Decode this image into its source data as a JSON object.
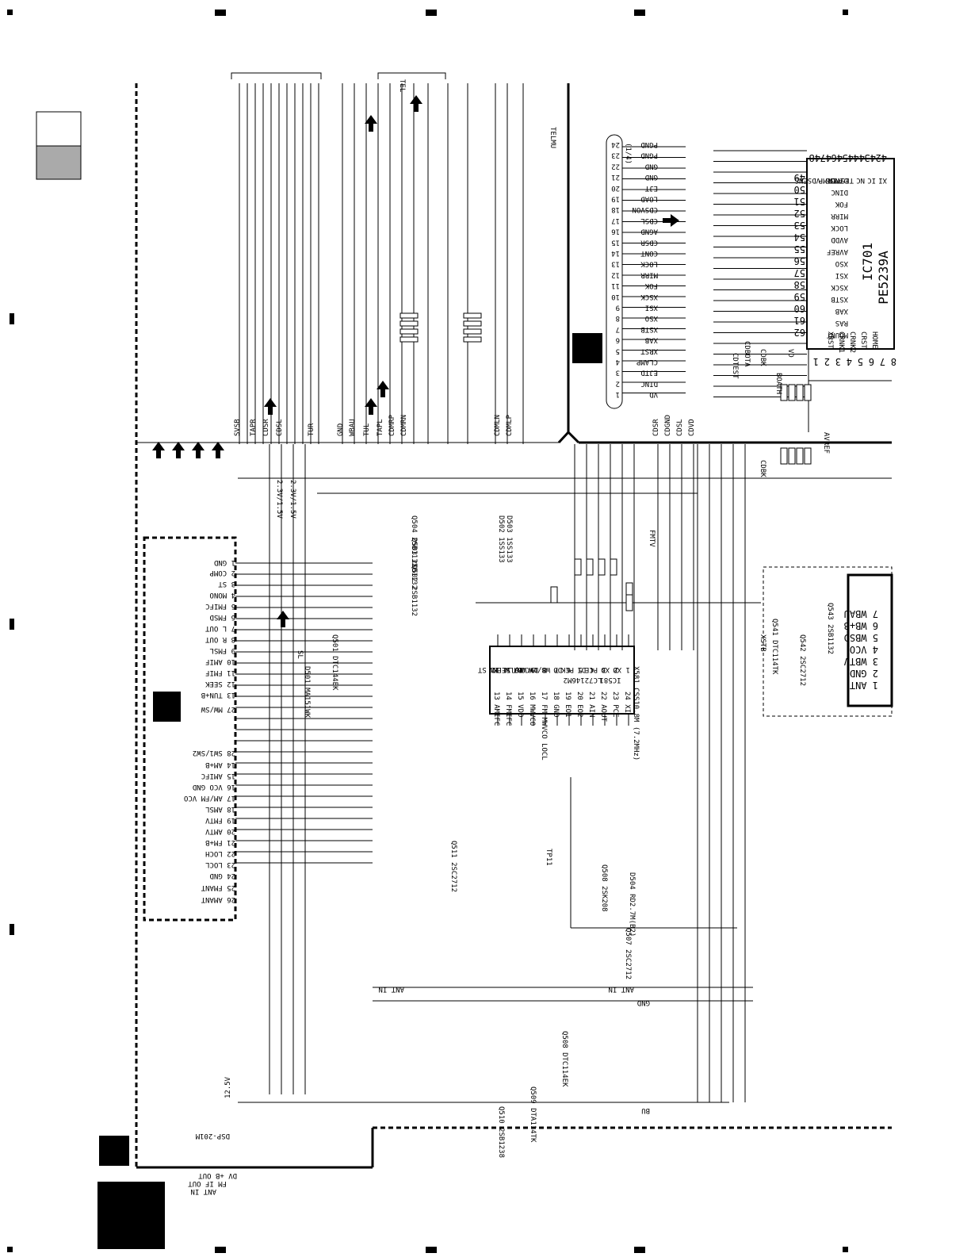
{
  "left_connector": {
    "pins": [
      "1 GND",
      "2 COMP",
      "3 ST",
      "4 MONO",
      "5 FMIFC",
      "6 FMSD",
      "7 L OUT",
      "8 R OUT",
      "9 FMSL",
      "10 AMIF",
      "11 FMIF",
      "12 SEEK",
      "13 TUN+B",
      "27 MW/SW",
      "28 SW1/SW2",
      "14 AM+B",
      "15 AMIFC",
      "16 VCO GND",
      "17 AM/FM VCO",
      "18 AMSL",
      "19 FMTV",
      "20 AMTV",
      "21 FM+B",
      "22 LOCH",
      "23 LOCL",
      "24 GND",
      "25 FMANT",
      "26 AMANT"
    ]
  },
  "ic581": {
    "name": "LC72146M2",
    "ref": "IC581",
    "pins_left": [
      "13 AMIFC",
      "14 FMIFC",
      "15 VDD",
      "16 MWVCO",
      "17 FM MWVCO LOCL",
      "18 GND",
      "19 EO1",
      "20 EO2",
      "21 AIN",
      "22 AOUT",
      "23 PCE",
      "24 XI"
    ],
    "pins_right": [
      "12 ST",
      "11 MN",
      "10 SEEK",
      "9 WB/LW",
      "8 DVCONT",
      "7 WB/LW",
      "6 DO",
      "5 PCK",
      "4 DI",
      "3 PCE",
      "2 XO",
      "1 XO"
    ]
  },
  "ic701": {
    "name": "PE5239A",
    "ref": "IC701",
    "pins_top": [
      "48",
      "47",
      "46",
      "45",
      "44",
      "43",
      "42"
    ],
    "top_labels": [
      "VDSENS",
      "TMP",
      "AVSS",
      "TESTIN",
      "NC",
      "IC",
      "XI"
    ],
    "pins_side": [
      "49",
      "50",
      "51",
      "52",
      "53",
      "54",
      "55",
      "56",
      "57",
      "58",
      "59",
      "60",
      "61",
      "62"
    ],
    "side_labels": [
      "DIMO",
      "DINC",
      "FOK",
      "MIRR",
      "LOCK",
      "AVDD",
      "AVREF",
      "XSO",
      "XSI",
      "XSCK",
      "XSTB",
      "XAB",
      "RAS",
      "MOUNT"
    ],
    "pins_bottom": [
      "1",
      "2",
      "3",
      "4",
      "5",
      "6",
      "7",
      "8"
    ],
    "bottom_labels": [
      "XRST",
      "CRNK1",
      "CRNK2",
      "CRST",
      "HOME"
    ]
  },
  "center_connector": {
    "pins": [
      "1",
      "2",
      "3",
      "4",
      "5",
      "6",
      "7",
      "8",
      "9",
      "10",
      "11",
      "12",
      "13",
      "14",
      "15",
      "16",
      "17",
      "18",
      "19",
      "20",
      "21",
      "22",
      "23",
      "24"
    ],
    "labels": [
      "PGND",
      "PGND",
      "GND",
      "GND",
      "EJT",
      "LOAD",
      "CDSVON",
      "CDSL",
      "AGND",
      "CDSR",
      "CONT",
      "LOCK",
      "MIRR",
      "FOK",
      "XSCK",
      "XSI",
      "XSO",
      "XSTB",
      "XAB",
      "XRST",
      "CLAMP",
      "EJTD",
      "DINC",
      "VD"
    ]
  },
  "right_module": {
    "pins": [
      "7 WBAU",
      "6 WB+B",
      "5 WBSD",
      "4 VCO",
      "3 WBTV",
      "2 GND",
      "1 ANT"
    ]
  },
  "top_signals": [
    "SVSB",
    "TAPR",
    "CDSR",
    "CDSL",
    "TUR",
    "GND",
    "WBAU",
    "TUL",
    "TAPL",
    "CDMRP",
    "CDMRN",
    "CDMLN",
    "CDMLP",
    "CDSR",
    "CDGND",
    "CDSL",
    "CDVD"
  ],
  "bottom_labels": {
    "ant_in": "ANT IN",
    "fm_if_out": "FM IF OUT",
    "dv_b_out": "DV +B OUT",
    "voltage": "12.5V",
    "module": "DSP-201M",
    "bu": "BU",
    "ant_in2": "ANT IN",
    "gnd": "GND"
  },
  "transistors": [
    "Q504 2SB1132",
    "Q503 2SB1132",
    "Q502 2SB1132",
    "Q501 DTC144EK",
    "Q511 2SC2712",
    "Q508 2SK208",
    "Q507 2SC2712",
    "Q509 DTA114TK",
    "Q510 2SB1238",
    "Q508 DTC114EK",
    "Q541 DTC114TK",
    "Q542 2SC2712",
    "Q543 2SB1132"
  ],
  "misc_labels": [
    "2.3V/1.5V",
    "2.3V/1.5V",
    "SL",
    "XSTB",
    "TEL",
    "TELMU",
    "D502 1SS133",
    "D503 1SS133",
    "D501 MA151WK",
    "D504 RD2.7M(B2)",
    "X581 CSS10.8M (7.2MHz)",
    "TP11",
    "FMTV",
    "(1/4)",
    "VD",
    "BOATH",
    "CDBK",
    "CDBOTA",
    "CDTEST",
    "CDBK",
    "AVREF"
  ]
}
